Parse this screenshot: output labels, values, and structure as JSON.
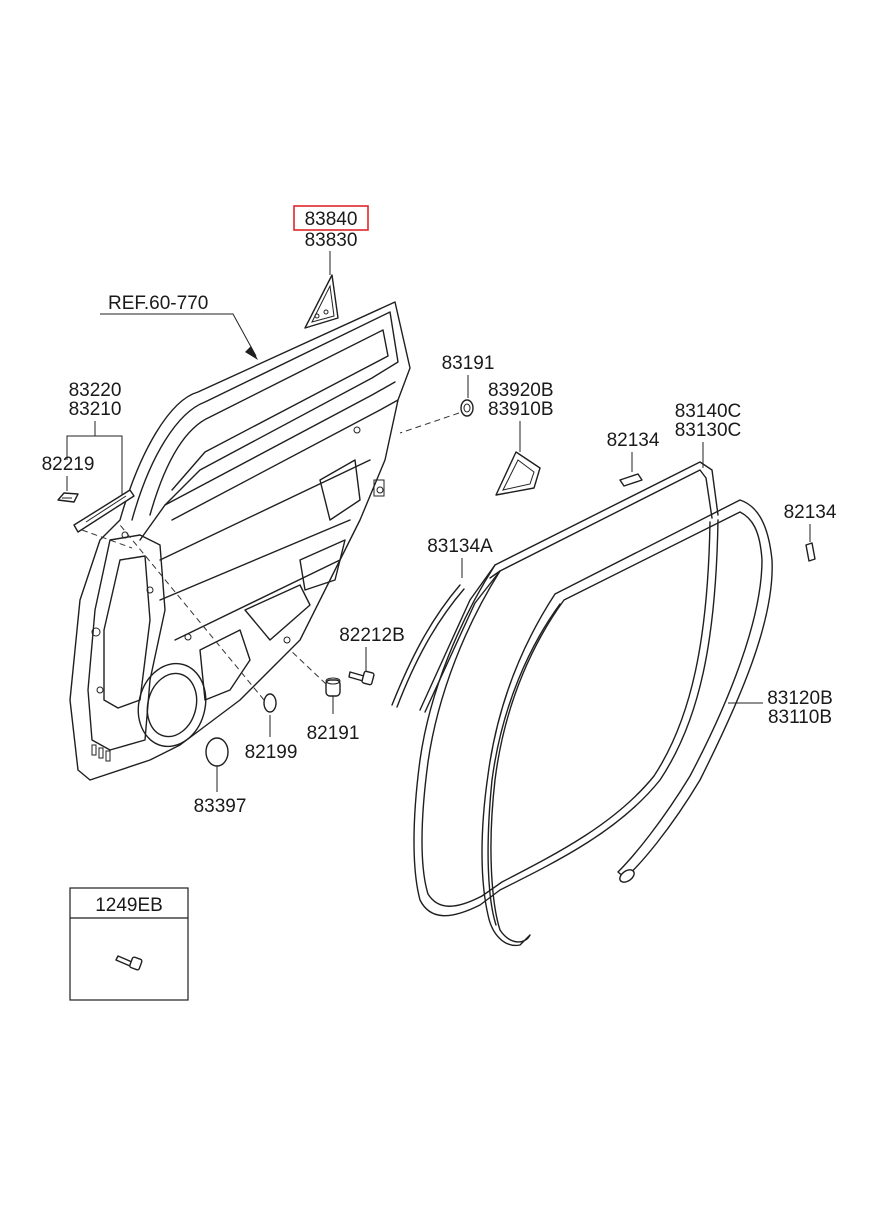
{
  "diagram": {
    "highlight_color": "#e0262a",
    "line_color": "#1f1f1f",
    "labels": {
      "p83840": "83840",
      "p83830": "83830",
      "ref": "REF.60-770",
      "p83191": "83191",
      "p83920b": "83920B",
      "p83910b": "83910B",
      "p83220": "83220",
      "p83210": "83210",
      "p82219": "82219",
      "p83140c": "83140C",
      "p83130c": "83130C",
      "p82134a": "82134",
      "p82134b": "82134",
      "p83134a": "83134A",
      "p82212b": "82212B",
      "p82191": "82191",
      "p82199": "82199",
      "p83397": "83397",
      "p83120b": "83120B",
      "p83110b": "83110B",
      "legend_code": "1249EB"
    }
  }
}
